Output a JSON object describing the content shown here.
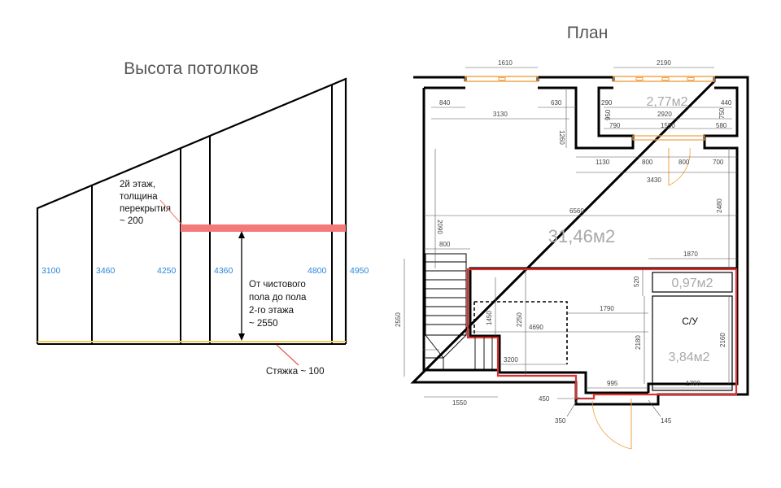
{
  "section": {
    "title": "Высота потолков",
    "heights": [
      "3100",
      "3460",
      "4250",
      "4360",
      "4800",
      "4950"
    ],
    "slab_note": [
      "2й этаж,",
      "толщина",
      "перекрытия",
      "~ 200"
    ],
    "floor_note": [
      "От чистового",
      "пола до пола",
      "2-го этажа",
      "~ 2550"
    ],
    "screed_note": "Стяжка ~ 100",
    "colors": {
      "height_labels": "#2a86d8",
      "slab": "#f47a7a",
      "screed": "#f0d060"
    }
  },
  "plan": {
    "title": "План",
    "areas": {
      "main": "31,46м2",
      "top_room": "2,77м2",
      "small_room": "0,97м2",
      "bathroom": "3,84м2"
    },
    "bathroom_label": "С/У",
    "dims": {
      "w1610": "1610",
      "w2190": "2190",
      "w840": "840",
      "w630": "630",
      "w3130": "3130",
      "h1260": "1260",
      "w290": "290",
      "w440": "440",
      "h950": "950",
      "h750": "750",
      "w2920": "2920",
      "w790": "790",
      "w1550top": "1550",
      "w580": "580",
      "w1130": "1130",
      "w800a": "800",
      "w800b": "800",
      "w700": "700",
      "w3430": "3430",
      "h2480": "2480",
      "w6560": "6560",
      "h2090": "2090",
      "w800left": "800",
      "w1870": "1870",
      "h520": "520",
      "w1790": "1790",
      "h1450": "1450",
      "h2250": "2250",
      "w4690": "4690",
      "h2550": "2550",
      "h2180": "2180",
      "h2160": "2160",
      "w3200": "3200",
      "w995": "995",
      "w1780": "1780",
      "w1550bottom": "1550",
      "w450": "450",
      "w350": "350",
      "w145": "145"
    },
    "colors": {
      "outline": "#e03030",
      "walls": "#000000",
      "windows": "#f0a040"
    }
  }
}
